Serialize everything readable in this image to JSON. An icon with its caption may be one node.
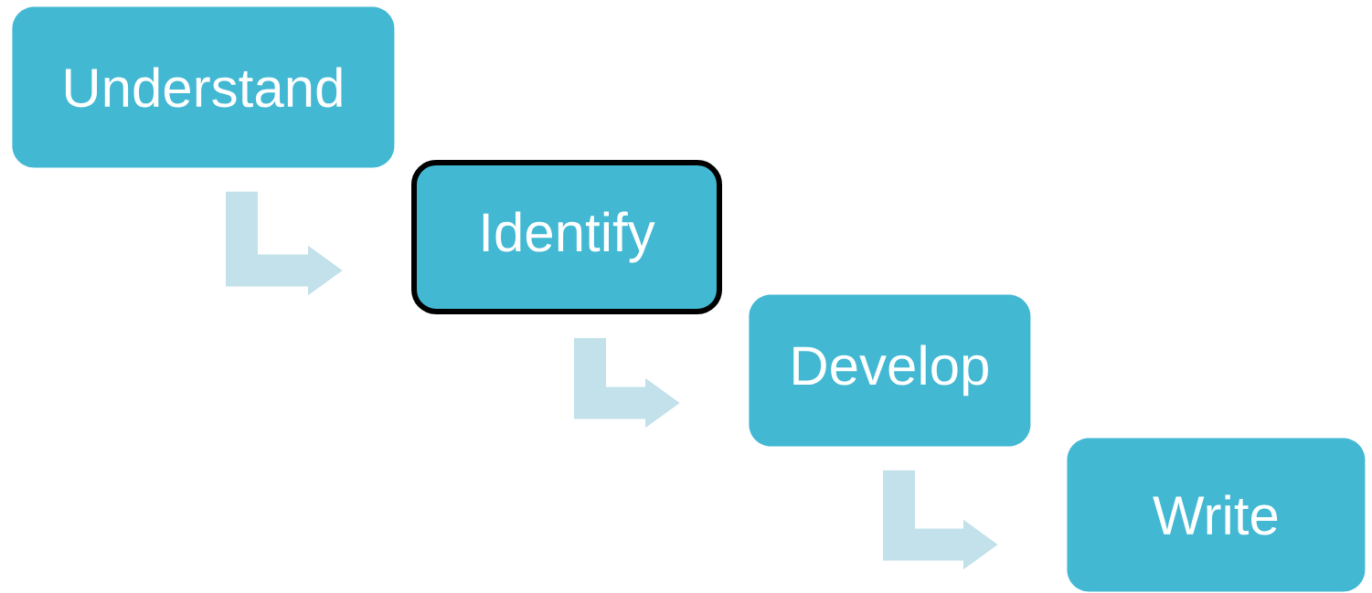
{
  "diagram": {
    "nodes": [
      {
        "text": [
          "Understand"
        ]
      },
      {
        "text": [
          "Identify"
        ]
      },
      {
        "text": [
          "Develop"
        ]
      },
      {
        "text": [
          "Write"
        ]
      }
    ],
    "edges": [
      {
        "from": 0,
        "to": 1,
        "arrow": "to"
      },
      {
        "from": 1,
        "to": 2,
        "arrow": "to"
      },
      {
        "from": 2,
        "to": 3,
        "arrow": "to"
      }
    ]
  }
}
